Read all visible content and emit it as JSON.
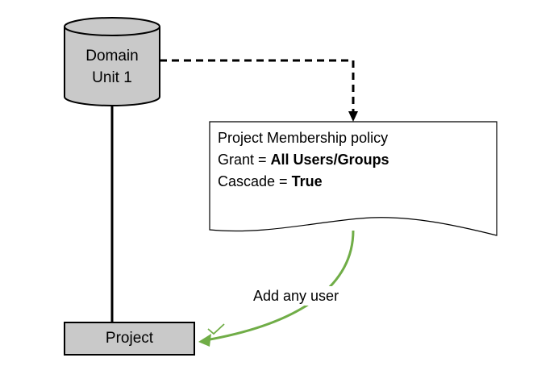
{
  "diagram": {
    "domain_unit": {
      "line1": "Domain",
      "line2": "Unit 1"
    },
    "policy": {
      "title": "Project Membership policy",
      "grant_prefix": "Grant = ",
      "grant_value": "All Users/Groups",
      "cascade_prefix": "Cascade = ",
      "cascade_value": "True"
    },
    "edge_label": "Add any user",
    "project": {
      "label": "Project"
    }
  },
  "colors": {
    "node_fill": "#c9c9c9",
    "stroke": "#000000",
    "arrow_green": "#70ad47"
  }
}
